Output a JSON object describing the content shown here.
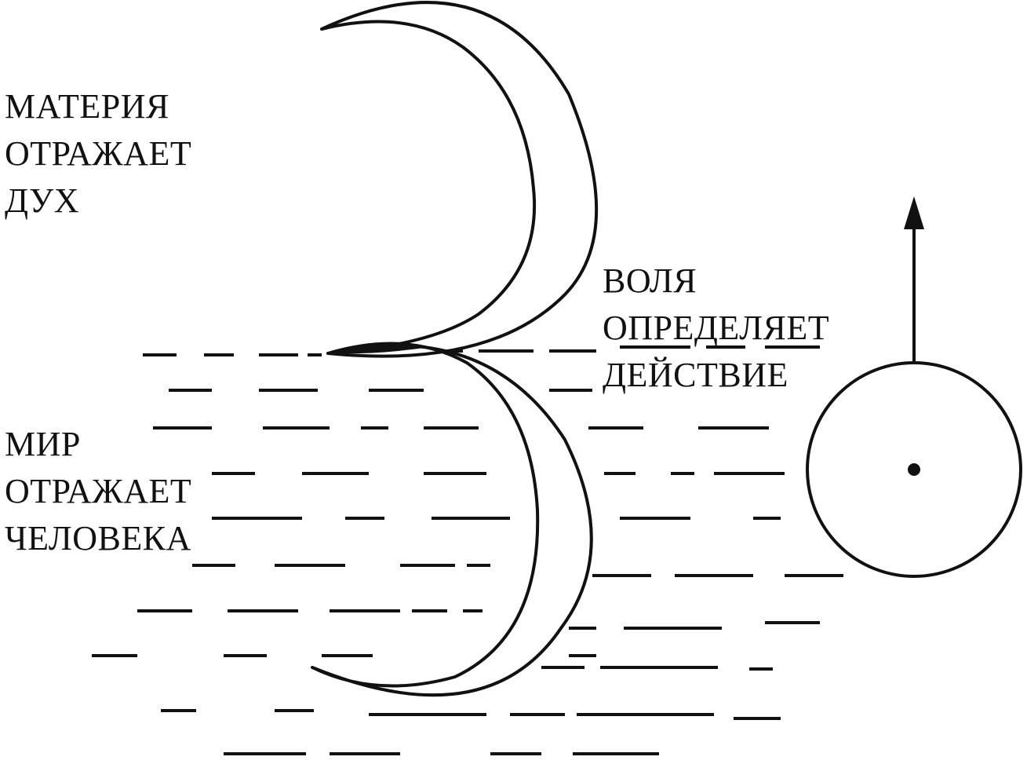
{
  "labels": {
    "matter": [
      "МАТЕРИЯ",
      "ОТРАЖАЕТ",
      "ДУХ"
    ],
    "will": [
      "ВОЛЯ",
      "ОПРЕДЕЛЯЕТ",
      "ДЕЙСТВИЕ"
    ],
    "world": [
      "МИР",
      "ОТРАЖАЕТ",
      "ЧЕЛОВЕКА"
    ]
  },
  "colors": {
    "ink": "#111111",
    "paper": "#ffffff"
  },
  "icons": {
    "upper_crescent": "crescent-moon",
    "reflected_crescent": "crescent-moon-reflection",
    "circle": "circle-with-center-dot",
    "arrow": "arrow-up"
  }
}
